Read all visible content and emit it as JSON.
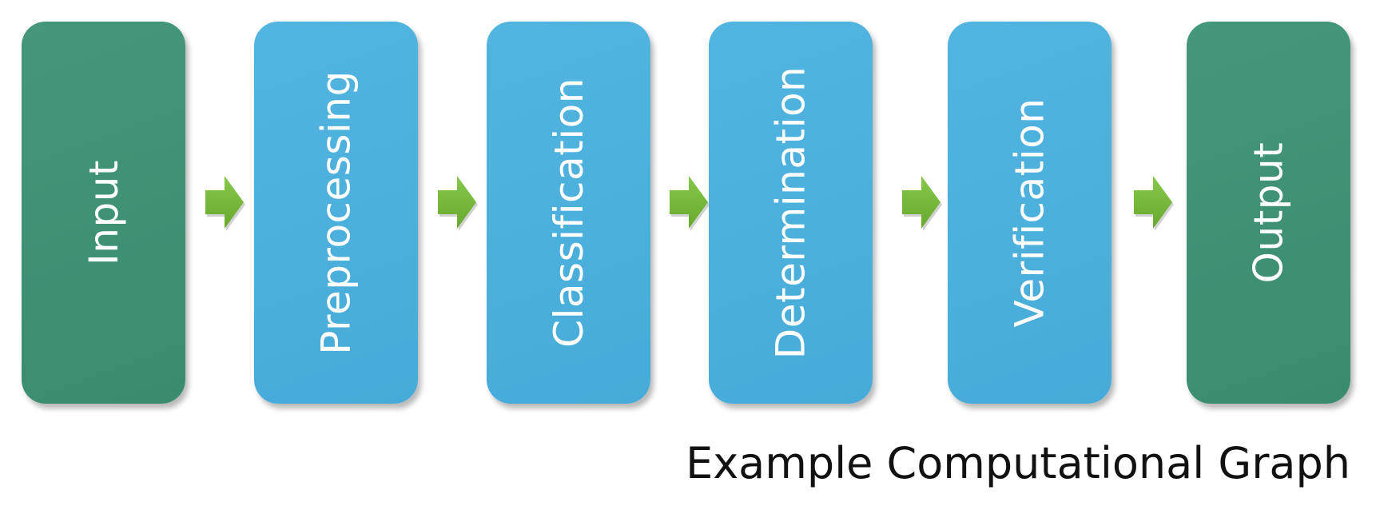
{
  "diagram": {
    "stages": [
      {
        "label": "Input",
        "kind": "io"
      },
      {
        "label": "Preprocessing",
        "kind": "process"
      },
      {
        "label": "Classification",
        "kind": "process"
      },
      {
        "label": "Determination",
        "kind": "process"
      },
      {
        "label": "Verification",
        "kind": "process"
      },
      {
        "label": "Output",
        "kind": "io"
      }
    ],
    "caption": "Example Computational Graph",
    "colors": {
      "io_box": "#3f9277",
      "process_box": "#4db1dd",
      "arrow": "#76b83a",
      "label_text": "#ffffff",
      "caption_text": "#111111"
    },
    "connector_icon": "right-arrow-icon"
  }
}
